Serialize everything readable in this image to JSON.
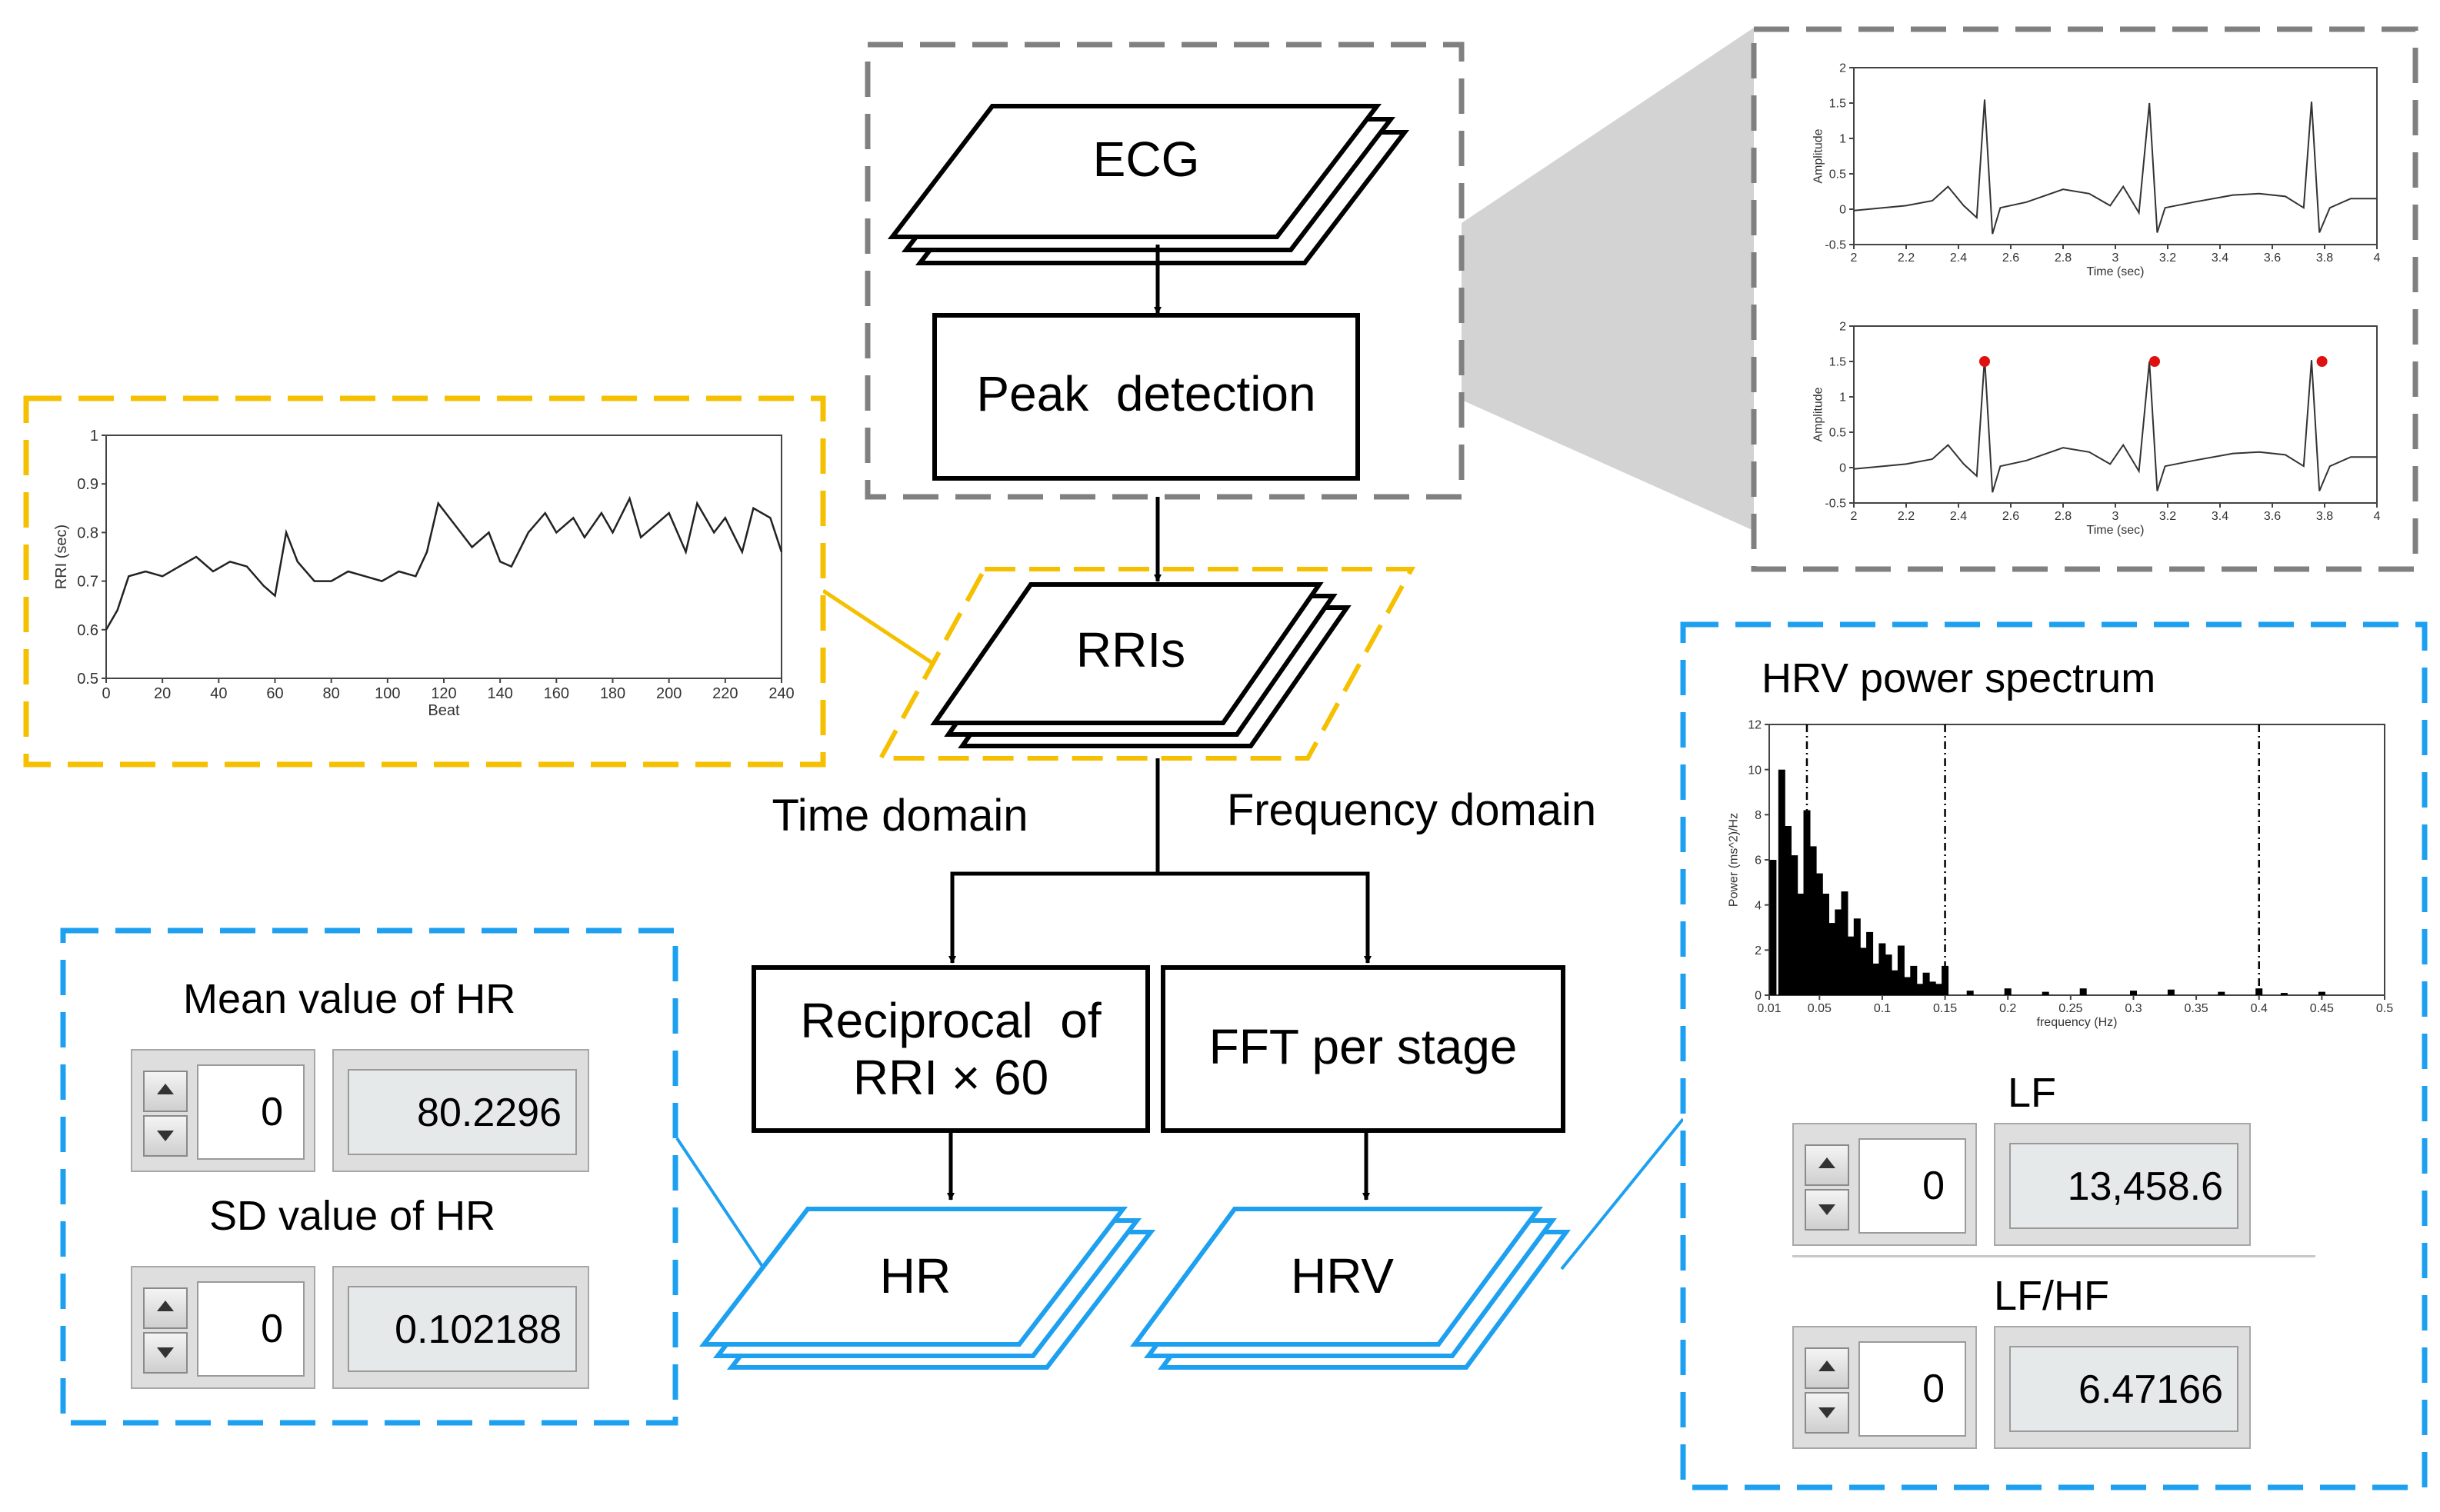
{
  "colors": {
    "gray_dash": "#808080",
    "yellow_dash": "#f5c000",
    "blue_dash": "#1ea0f0",
    "shade": "#d3d3d3",
    "peak_marker": "#e01010"
  },
  "flow": {
    "ecg": "ECG",
    "peak_detection": "Peak  detection",
    "rris": "RRIs",
    "time_domain": "Time domain",
    "frequency_domain": "Frequency domain",
    "reciprocal_line1": "Reciprocal  of",
    "reciprocal_line2": "RRI × 60",
    "fft": "FFT per stage",
    "hr": "HR",
    "hrv": "HRV"
  },
  "ecg_plots": {
    "ylabel": "Amplitude",
    "xlabel": "Time (sec)",
    "xticks": [
      "2",
      "2.2",
      "2.4",
      "2.6",
      "2.8",
      "3",
      "3.2",
      "3.4",
      "3.6",
      "3.8",
      "4"
    ],
    "yticks": [
      "2",
      "1.5",
      "1",
      "0.5",
      "0",
      "-0.5"
    ]
  },
  "rri_plot": {
    "ylabel": "RRI (sec)",
    "xlabel": "Beat",
    "xticks": [
      "0",
      "20",
      "40",
      "60",
      "80",
      "100",
      "120",
      "140",
      "160",
      "180",
      "200",
      "220",
      "240"
    ],
    "yticks": [
      "1",
      "0.9",
      "0.8",
      "0.7",
      "0.6",
      "0.5"
    ]
  },
  "spectrum": {
    "title": "HRV power spectrum",
    "ylabel": "Power (ms^2)/Hz",
    "xlabel": "frequency (Hz)",
    "xticks": [
      "0.01",
      "0.05",
      "0.1",
      "0.15",
      "0.2",
      "0.25",
      "0.3",
      "0.35",
      "0.4",
      "0.45",
      "0.5"
    ],
    "yticks": [
      "12",
      "10",
      "8",
      "6",
      "4",
      "2",
      "0"
    ]
  },
  "hr_panel": {
    "mean_label": "Mean value of HR",
    "mean_index": "0",
    "mean_value": "80.2296",
    "sd_label": "SD value of HR",
    "sd_index": "0",
    "sd_value": "0.102188"
  },
  "hrv_panel": {
    "lf_label": "LF",
    "lf_index": "0",
    "lf_value": "13,458.6",
    "lfhf_label": "LF/HF",
    "lfhf_index": "0",
    "lfhf_value": "6.47166"
  },
  "chart_data": [
    {
      "type": "line",
      "ylabel": "Amplitude",
      "xlabel": "Time (sec)",
      "xlim": [
        2,
        4
      ],
      "ylim": [
        -0.5,
        2
      ],
      "x": [
        2.0,
        2.2,
        2.3,
        2.36,
        2.42,
        2.47,
        2.5,
        2.53,
        2.56,
        2.66,
        2.8,
        2.9,
        2.98,
        3.03,
        3.09,
        3.13,
        3.16,
        3.19,
        3.3,
        3.45,
        3.55,
        3.65,
        3.72,
        3.75,
        3.78,
        3.82,
        3.9,
        4.0
      ],
      "series": [
        {
          "values": [
            -0.02,
            0.05,
            0.12,
            0.32,
            0.05,
            -0.12,
            1.55,
            -0.35,
            0.02,
            0.1,
            0.28,
            0.22,
            0.05,
            0.32,
            -0.05,
            1.5,
            -0.33,
            0.02,
            0.1,
            0.2,
            0.22,
            0.18,
            0.02,
            1.52,
            -0.33,
            0.02,
            0.15,
            0.15
          ]
        }
      ]
    },
    {
      "type": "line",
      "ylabel": "Amplitude",
      "xlabel": "Time (sec)",
      "xlim": [
        2,
        4
      ],
      "ylim": [
        -0.5,
        2
      ],
      "x": [
        2.0,
        2.2,
        2.3,
        2.36,
        2.42,
        2.47,
        2.5,
        2.53,
        2.56,
        2.66,
        2.8,
        2.9,
        2.98,
        3.03,
        3.09,
        3.13,
        3.16,
        3.19,
        3.3,
        3.45,
        3.55,
        3.65,
        3.72,
        3.75,
        3.78,
        3.82,
        3.9,
        4.0
      ],
      "series": [
        {
          "values": [
            -0.02,
            0.05,
            0.12,
            0.32,
            0.05,
            -0.12,
            1.55,
            -0.35,
            0.02,
            0.1,
            0.28,
            0.22,
            0.05,
            0.32,
            -0.05,
            1.5,
            -0.33,
            0.02,
            0.1,
            0.2,
            0.22,
            0.18,
            0.02,
            1.52,
            -0.33,
            0.02,
            0.15,
            0.15
          ]
        }
      ],
      "peaks": {
        "x": [
          2.5,
          3.15,
          3.79
        ],
        "y": [
          1.5,
          1.5,
          1.5
        ]
      }
    },
    {
      "type": "line",
      "ylabel": "RRI (sec)",
      "xlabel": "Beat",
      "xlim": [
        0,
        240
      ],
      "ylim": [
        0.5,
        1
      ],
      "x": [
        0,
        4,
        8,
        14,
        20,
        26,
        32,
        38,
        44,
        50,
        56,
        60,
        64,
        68,
        74,
        80,
        86,
        92,
        98,
        104,
        110,
        114,
        118,
        122,
        126,
        130,
        136,
        140,
        144,
        150,
        156,
        160,
        166,
        170,
        176,
        180,
        186,
        190,
        196,
        200,
        206,
        210,
        216,
        220,
        226,
        230,
        236,
        240
      ],
      "series": [
        {
          "values": [
            0.6,
            0.64,
            0.71,
            0.72,
            0.71,
            0.73,
            0.75,
            0.72,
            0.74,
            0.73,
            0.69,
            0.67,
            0.8,
            0.74,
            0.7,
            0.7,
            0.72,
            0.71,
            0.7,
            0.72,
            0.71,
            0.76,
            0.86,
            0.83,
            0.8,
            0.77,
            0.8,
            0.74,
            0.73,
            0.8,
            0.84,
            0.8,
            0.83,
            0.79,
            0.84,
            0.8,
            0.87,
            0.79,
            0.82,
            0.84,
            0.76,
            0.86,
            0.8,
            0.83,
            0.76,
            0.85,
            0.83,
            0.76
          ]
        }
      ]
    },
    {
      "type": "bar",
      "title": "HRV power spectrum",
      "ylabel": "Power (ms^2)/Hz",
      "xlabel": "frequency (Hz)",
      "xlim": [
        0.01,
        0.5
      ],
      "ylim": [
        0,
        12
      ],
      "x": [
        0.013,
        0.02,
        0.025,
        0.03,
        0.035,
        0.04,
        0.045,
        0.05,
        0.055,
        0.06,
        0.065,
        0.07,
        0.075,
        0.08,
        0.085,
        0.09,
        0.095,
        0.1,
        0.105,
        0.11,
        0.115,
        0.12,
        0.125,
        0.13,
        0.135,
        0.14,
        0.145,
        0.15,
        0.17,
        0.2,
        0.23,
        0.26,
        0.3,
        0.33,
        0.37,
        0.4,
        0.42,
        0.45
      ],
      "series": [
        {
          "values": [
            6.0,
            10.0,
            7.5,
            6.2,
            4.5,
            8.2,
            6.6,
            5.4,
            4.5,
            3.2,
            3.8,
            4.6,
            2.6,
            3.4,
            2.1,
            2.8,
            1.4,
            2.3,
            1.8,
            1.1,
            2.2,
            0.8,
            1.3,
            0.5,
            1.0,
            0.6,
            0.5,
            1.3,
            0.2,
            0.3,
            0.15,
            0.3,
            0.2,
            0.25,
            0.15,
            0.3,
            0.1,
            0.15
          ]
        }
      ],
      "vlines": [
        0.04,
        0.15,
        0.4
      ]
    }
  ]
}
